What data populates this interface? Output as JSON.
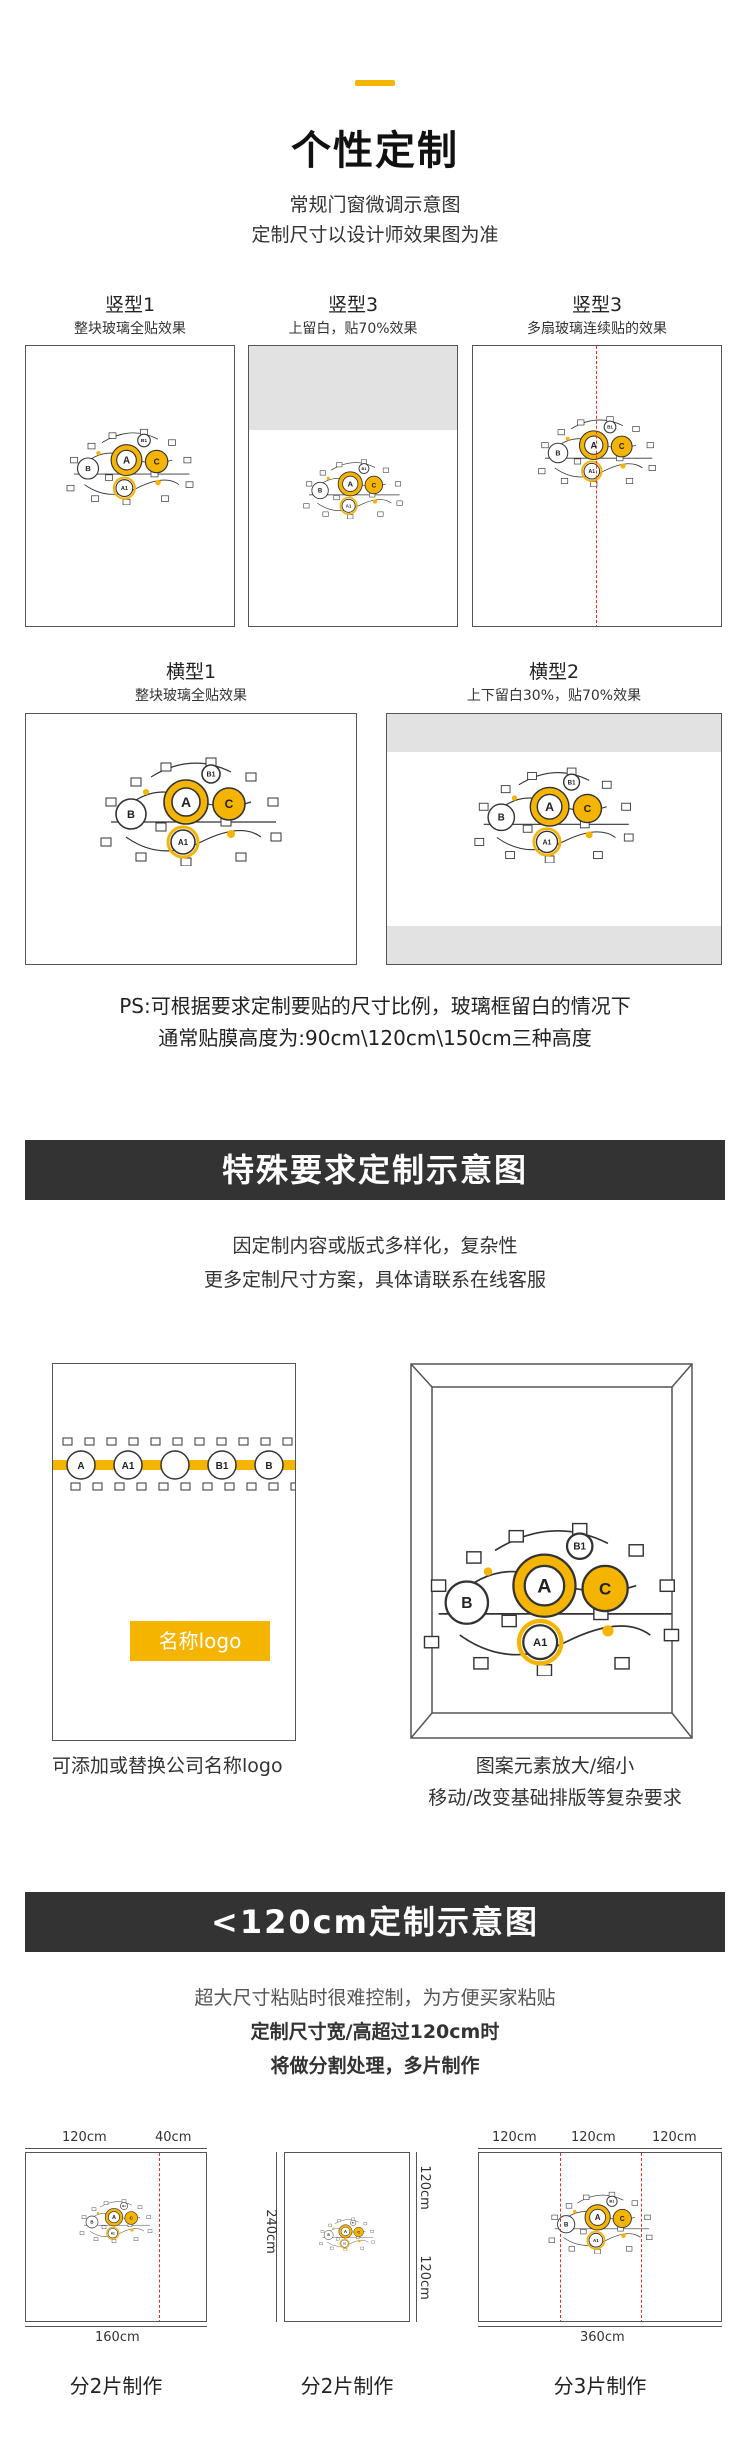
{
  "section1": {
    "title": "个性定制",
    "subtitle_line1": "常规门窗微调示意图",
    "subtitle_line2": "定制尺寸以设计师效果图为准",
    "panels": [
      {
        "title": "竖型1",
        "caption": "整块玻璃全贴效果"
      },
      {
        "title": "竖型3",
        "caption": "上留白，贴70%效果"
      },
      {
        "title": "竖型3",
        "caption": "多扇玻璃连续贴的效果"
      },
      {
        "title": "横型1",
        "caption": "整块玻璃全贴效果"
      },
      {
        "title": "横型2",
        "caption": "上下留白30%，贴70%效果"
      }
    ],
    "ps_line1": "PS:可根据要求定制要贴的尺寸比例，玻璃框留白的情况下",
    "ps_line2": "通常贴膜高度为:90cm\\120cm\\150cm三种高度"
  },
  "section2": {
    "banner": "特殊要求定制示意图",
    "line1": "因定制内容或版式多样化，复杂性",
    "line2": "更多定制尺寸方案，具体请联系在线客服",
    "logo_label": "名称logo",
    "left_caption": "可添加或替换公司名称logo",
    "right_caption_line1": "图案元素放大/缩小",
    "right_caption_line2": "移动/改变基础排版等复杂要求"
  },
  "section3": {
    "banner": "<120cm定制示意图",
    "line1": "超大尺寸粘贴时很难控制，为方便买家粘贴",
    "line2": "定制尺寸宽/高超过120cm时",
    "line3": "将做分割处理，多片制作",
    "examples": [
      {
        "top_left": "120cm",
        "top_right": "40cm",
        "bottom": "160cm",
        "caption": "分2片制作"
      },
      {
        "side_total": "240cm",
        "right_top": "120cm",
        "right_bottom": "120cm",
        "caption": "分2片制作"
      },
      {
        "top_a": "120cm",
        "top_b": "120cm",
        "top_c": "120cm",
        "bottom": "360cm",
        "caption": "分3片制作"
      }
    ]
  },
  "art_labels": {
    "a": "A",
    "b": "B",
    "c": "C",
    "a1": "A1",
    "b1": "B1"
  },
  "colors": {
    "accent": "#f5b400",
    "banner": "#333333",
    "guide": "#e03030"
  }
}
